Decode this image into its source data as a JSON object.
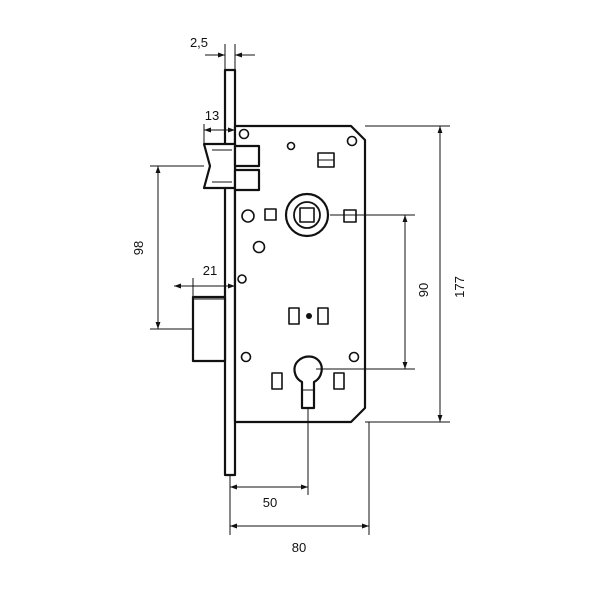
{
  "dimensions": {
    "faceplate_thickness": "2,5",
    "latch_projection": "13",
    "latch_to_bolt_distance": "98",
    "deadbolt_projection": "21",
    "handle_to_key_distance": "90",
    "total_height": "177",
    "backset": "50",
    "case_width": "80"
  },
  "colors": {
    "line": "#111111",
    "background": "#ffffff"
  }
}
